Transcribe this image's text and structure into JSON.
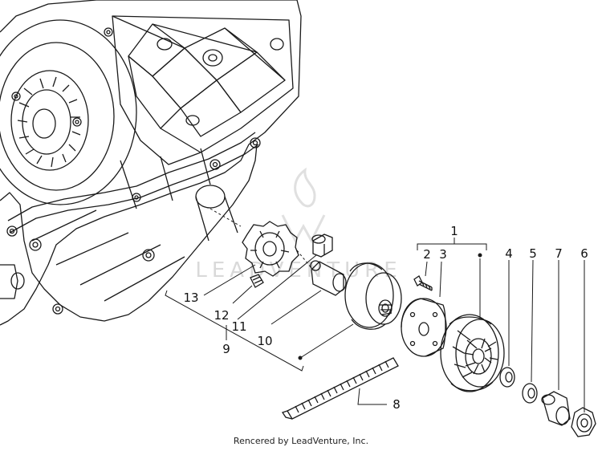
{
  "callouts": {
    "c1": "1",
    "c2": "2",
    "c3": "3",
    "c4": "4",
    "c5": "5",
    "c6": "6",
    "c7": "7",
    "c8": "8",
    "c9": "9",
    "c10": "10",
    "c11": "11",
    "c12": "12",
    "c13": "13"
  },
  "credit": "Rencered by LeadVenture, Inc.",
  "watermark": "LEADVENTURE",
  "colors": {
    "line": "#1a1a1a",
    "watermark": "#d9d9d9",
    "background": "#ffffff"
  }
}
